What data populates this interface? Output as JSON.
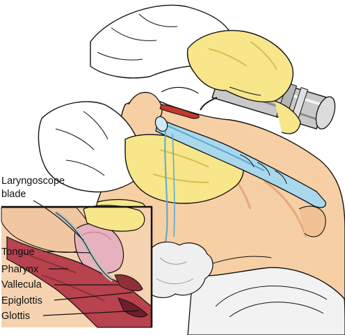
{
  "labels": {
    "laryngoscope_line1": "Laryngoscope",
    "laryngoscope_line2": "blade",
    "tongue": "Tongue",
    "pharynx": "Pharynx",
    "vallecula": "Vallecula",
    "epiglottis": "Epiglottis",
    "glottis": "Glottis"
  },
  "colors": {
    "skin": "#f6cfa4",
    "skin_shadow": "#e6a978",
    "glove": "#f7e68a",
    "glove_shadow": "#d8bf4e",
    "tube": "#a9d8ec",
    "tube_dark": "#5aa8cf",
    "handle_metal": "#c9c9c9",
    "tissue_red": "#b8424e",
    "tissue_dark": "#8e2f3a",
    "tongue_pink": "#e7b2bd",
    "lips": "#c0392b",
    "outline": "#111111"
  },
  "icons": {
    "laryngoscope": "laryngoscope-handle-icon",
    "tube": "endotracheal-tube-icon"
  }
}
